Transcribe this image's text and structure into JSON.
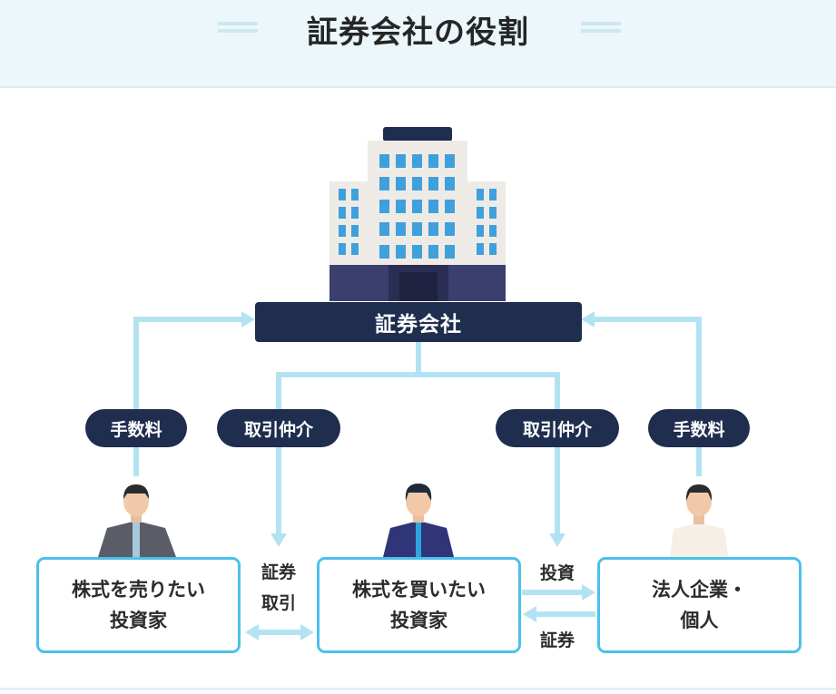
{
  "title": "証券会社の役割",
  "center": {
    "label": "証券会社"
  },
  "pills": {
    "left_fee": "手数料",
    "left_broker": "取引仲介",
    "right_broker": "取引仲介",
    "right_fee": "手数料"
  },
  "boxes": {
    "seller": {
      "line1": "株式を売りたい",
      "line2": "投資家"
    },
    "buyer": {
      "line1": "株式を買いたい",
      "line2": "投資家"
    },
    "issuer": {
      "line1": "法人企業・",
      "line2": "個人"
    }
  },
  "flows": {
    "securities_trade_1": "証券",
    "securities_trade_2": "取引",
    "investment": "投資",
    "securities": "証券"
  },
  "colors": {
    "navy": "#1f2d4e",
    "line": "#b3e3f3",
    "border": "#4cc0ea",
    "window": "#3fa0dc"
  }
}
